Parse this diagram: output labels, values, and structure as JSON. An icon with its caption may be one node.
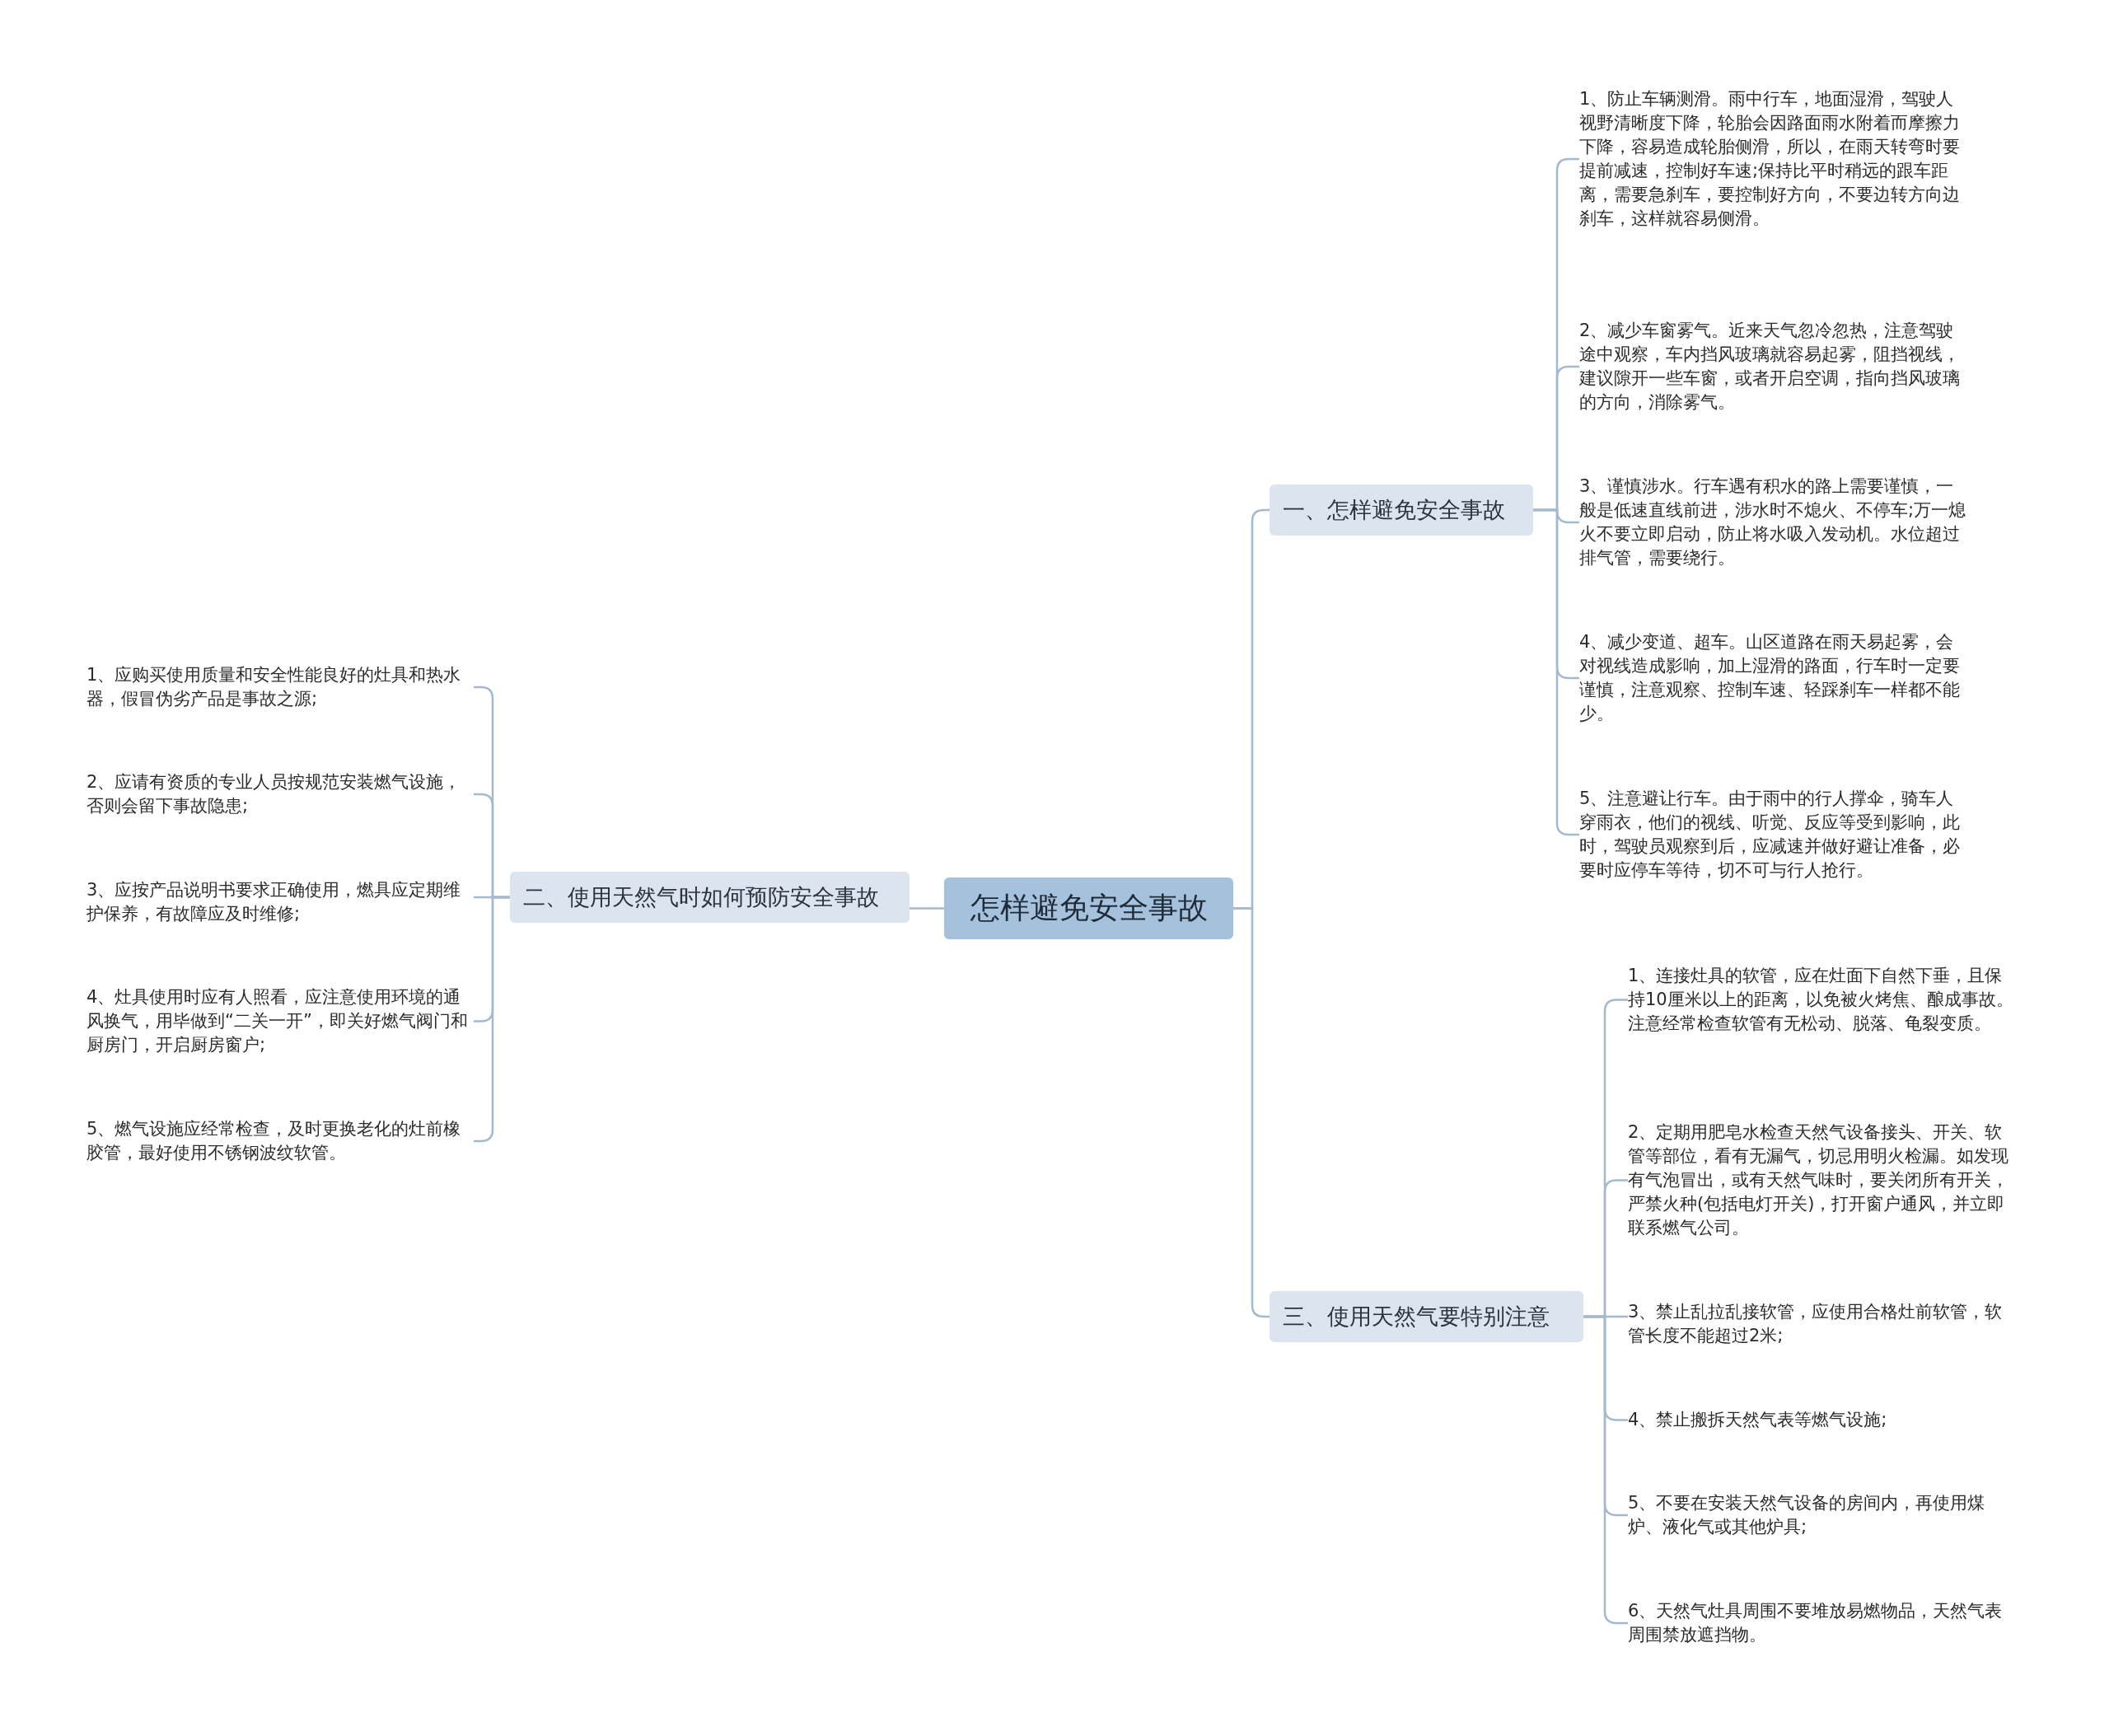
{
  "diagram": {
    "nodes": [
      {
        "text": [
          "怎样避免安全事故"
        ]
      },
      {
        "text": [
          "一、怎样避免安全事故"
        ]
      },
      {
        "text": [
          "1、防止车辆测滑。雨中行车，地面湿滑，驾驶人视野清晰度下降，轮胎会因路面雨水附着而摩擦力下降，容易造成轮胎侧滑，所以，在雨天转弯时要提前减速，控制好车速;保持比平时稍远的跟车距离，需要急刹车，要控制好方向，不要边转方向边刹车，这样就容易侧滑。"
        ]
      },
      {
        "text": [
          "2、减少车窗雾气。近来天气忽冷忽热，注意驾驶途中观察，车内挡风玻璃就容易起雾，阻挡视线，建议隙开一些车窗，或者开启空调，指向挡风玻璃的方向，消除雾气。"
        ]
      },
      {
        "text": [
          "3、谨慎涉水。行车遇有积水的路上需要谨慎，一般是低速直线前进，涉水时不熄火、不停车;万一熄火不要立即启动，防止将水吸入发动机。水位超过排气管，需要绕行。"
        ]
      },
      {
        "text": [
          "4、减少变道、超车。山区道路在雨天易起雾，会对视线造成影响，加上湿滑的路面，行车时一定要谨慎，注意观察、控制车速、轻踩刹车一样都不能少。"
        ]
      },
      {
        "text": [
          "5、注意避让行车。由于雨中的行人撑伞，骑车人穿雨衣，他们的视线、听觉、反应等受到影响，此时，驾驶员观察到后，应减速并做好避让准备，必要时应停车等待，切不可与行人抢行。"
        ]
      },
      {
        "text": [
          "二、使用天然气时如何预防安全事故"
        ]
      },
      {
        "text": [
          "1、应购买使用质量和安全性能良好的灶具和热水器，假冒伪劣产品是事故之源;"
        ]
      },
      {
        "text": [
          "2、应请有资质的专业人员按规范安装燃气设施，否则会留下事故隐患;"
        ]
      },
      {
        "text": [
          "3、应按产品说明书要求正确使用，燃具应定期维护保养，有故障应及时维修;"
        ]
      },
      {
        "text": [
          "4、灶具使用时应有人照看，应注意使用环境的通风换气，用毕做到“二关一开”，即关好燃气阀门和厨房门，开启厨房窗户;"
        ]
      },
      {
        "text": [
          "5、燃气设施应经常检查，及时更换老化的灶前橡胶管，最好使用不锈钢波纹软管。"
        ]
      },
      {
        "text": [
          "三、使用天然气要特别注意"
        ]
      },
      {
        "text": [
          "1、连接灶具的软管，应在灶面下自然下垂，且保持10厘米以上的距离，以免被火烤焦、酿成事故。注意经常检查软管有无松动、脱落、龟裂变质。"
        ]
      },
      {
        "text": [
          "2、定期用肥皂水检查天然气设备接头、开关、软管等部位，看有无漏气，切忌用明火检漏。如发现有气泡冒出，或有天然气味时，要关闭所有开关，严禁火种(包括电灯开关)，打开窗户通风，并立即联系燃气公司。"
        ]
      },
      {
        "text": [
          "3、禁止乱拉乱接软管，应使用合格灶前软管，软管长度不能超过2米;"
        ]
      },
      {
        "text": [
          "4、禁止搬拆天然气表等燃气设施;"
        ]
      },
      {
        "text": [
          "5、不要在安装天然气设备的房间内，再使用煤炉、液化气或其他炉具;"
        ]
      },
      {
        "text": [
          "6、天然气灶具周围不要堆放易燃物品，天然气表周围禁放遮挡物。"
        ]
      }
    ],
    "edges": [
      {
        "from": 0,
        "to": 1,
        "arrow": "none"
      },
      {
        "from": 0,
        "to": 7,
        "arrow": "none"
      },
      {
        "from": 0,
        "to": 13,
        "arrow": "none"
      },
      {
        "from": 1,
        "to": 2,
        "arrow": "none"
      },
      {
        "from": 1,
        "to": 3,
        "arrow": "none"
      },
      {
        "from": 1,
        "to": 4,
        "arrow": "none"
      },
      {
        "from": 1,
        "to": 5,
        "arrow": "none"
      },
      {
        "from": 1,
        "to": 6,
        "arrow": "none"
      },
      {
        "from": 7,
        "to": 8,
        "arrow": "none"
      },
      {
        "from": 7,
        "to": 9,
        "arrow": "none"
      },
      {
        "from": 7,
        "to": 10,
        "arrow": "none"
      },
      {
        "from": 7,
        "to": 11,
        "arrow": "none"
      },
      {
        "from": 7,
        "to": 12,
        "arrow": "none"
      },
      {
        "from": 13,
        "to": 14,
        "arrow": "none"
      },
      {
        "from": 13,
        "to": 15,
        "arrow": "none"
      },
      {
        "from": 13,
        "to": 16,
        "arrow": "none"
      },
      {
        "from": 13,
        "to": 17,
        "arrow": "none"
      },
      {
        "from": 13,
        "to": 18,
        "arrow": "none"
      },
      {
        "from": 13,
        "to": 19,
        "arrow": "none"
      }
    ]
  }
}
